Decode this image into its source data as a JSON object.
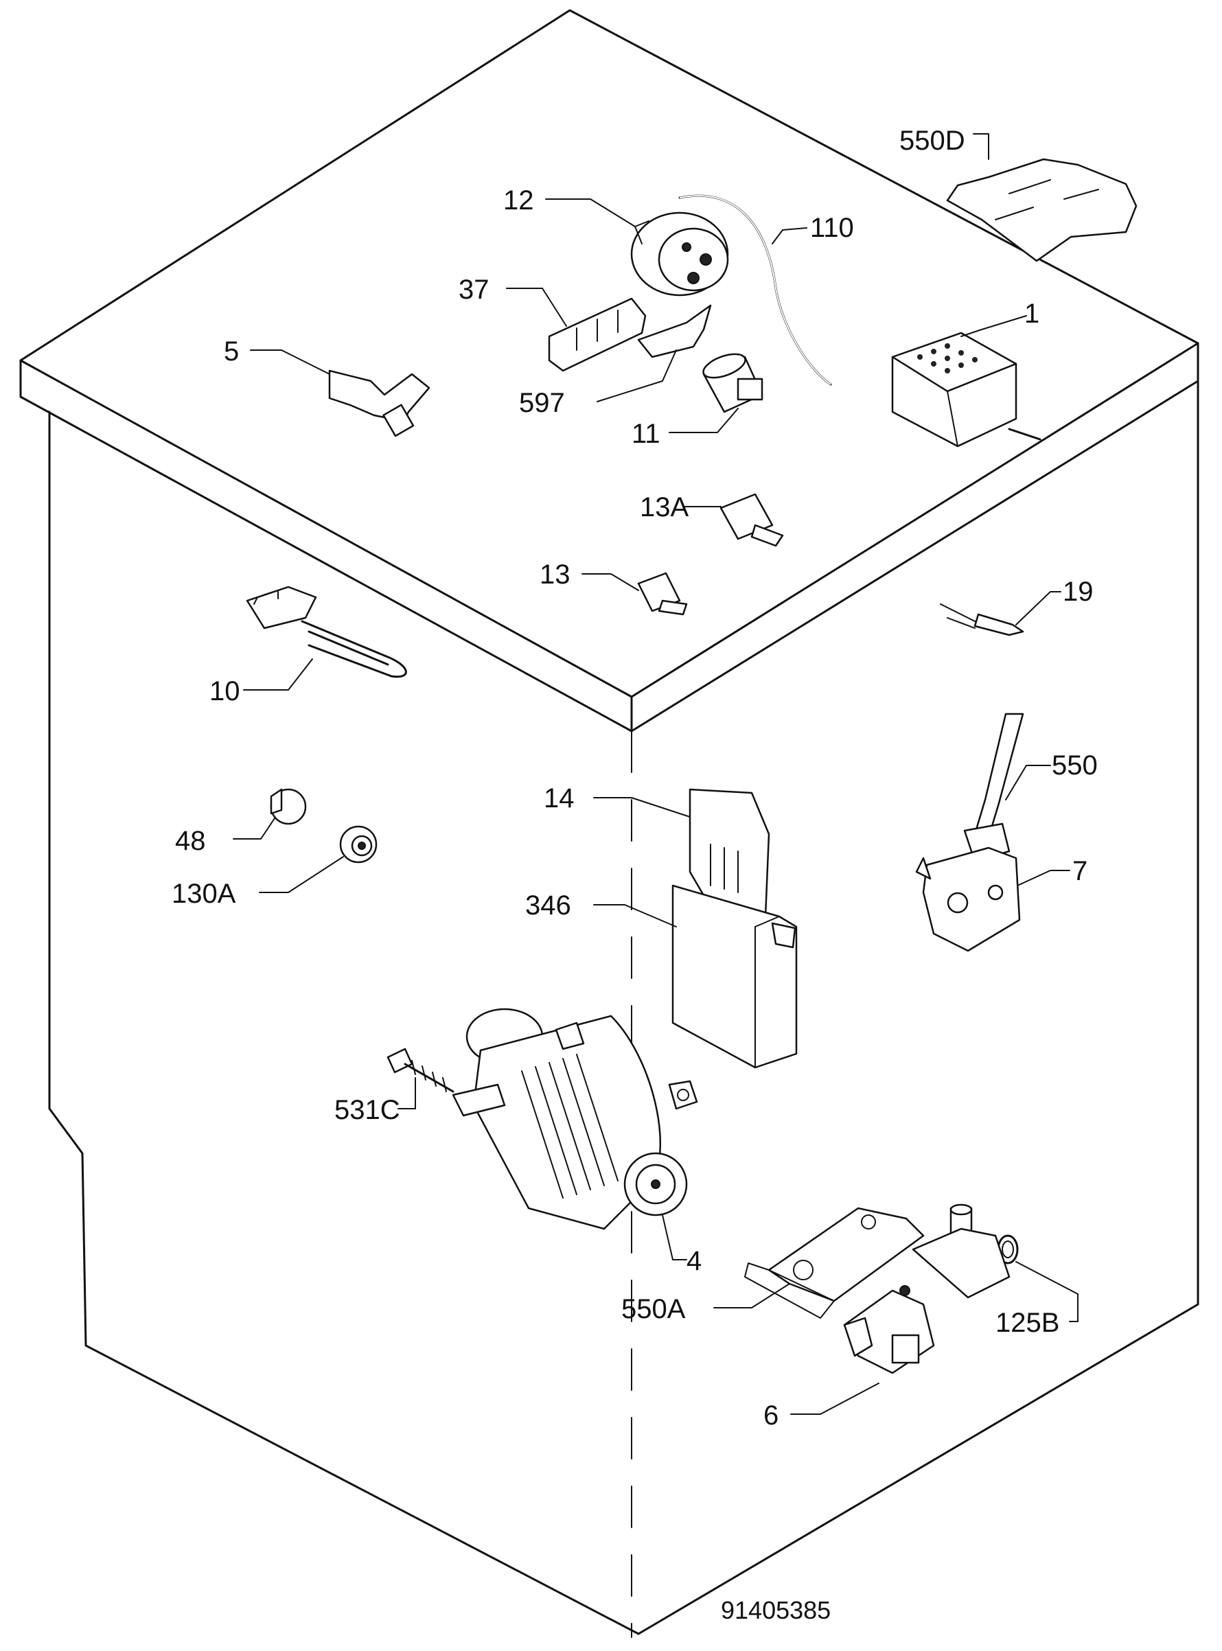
{
  "diagram": {
    "document_number": "91405385",
    "parts": [
      {
        "id": "p550D",
        "label": "550D"
      },
      {
        "id": "p12",
        "label": "12"
      },
      {
        "id": "p110",
        "label": "110"
      },
      {
        "id": "p37",
        "label": "37"
      },
      {
        "id": "p5",
        "label": "5"
      },
      {
        "id": "p597",
        "label": "597"
      },
      {
        "id": "p1",
        "label": "1"
      },
      {
        "id": "p11",
        "label": "11"
      },
      {
        "id": "p13A",
        "label": "13A"
      },
      {
        "id": "p13",
        "label": "13"
      },
      {
        "id": "p19",
        "label": "19"
      },
      {
        "id": "p10",
        "label": "10"
      },
      {
        "id": "p550",
        "label": "550"
      },
      {
        "id": "p14",
        "label": "14"
      },
      {
        "id": "p48",
        "label": "48"
      },
      {
        "id": "p7",
        "label": "7"
      },
      {
        "id": "p130A",
        "label": "130A"
      },
      {
        "id": "p346",
        "label": "346"
      },
      {
        "id": "p531C",
        "label": "531C"
      },
      {
        "id": "p4",
        "label": "4"
      },
      {
        "id": "p550A",
        "label": "550A"
      },
      {
        "id": "p125B",
        "label": "125B"
      },
      {
        "id": "p6",
        "label": "6"
      }
    ]
  }
}
